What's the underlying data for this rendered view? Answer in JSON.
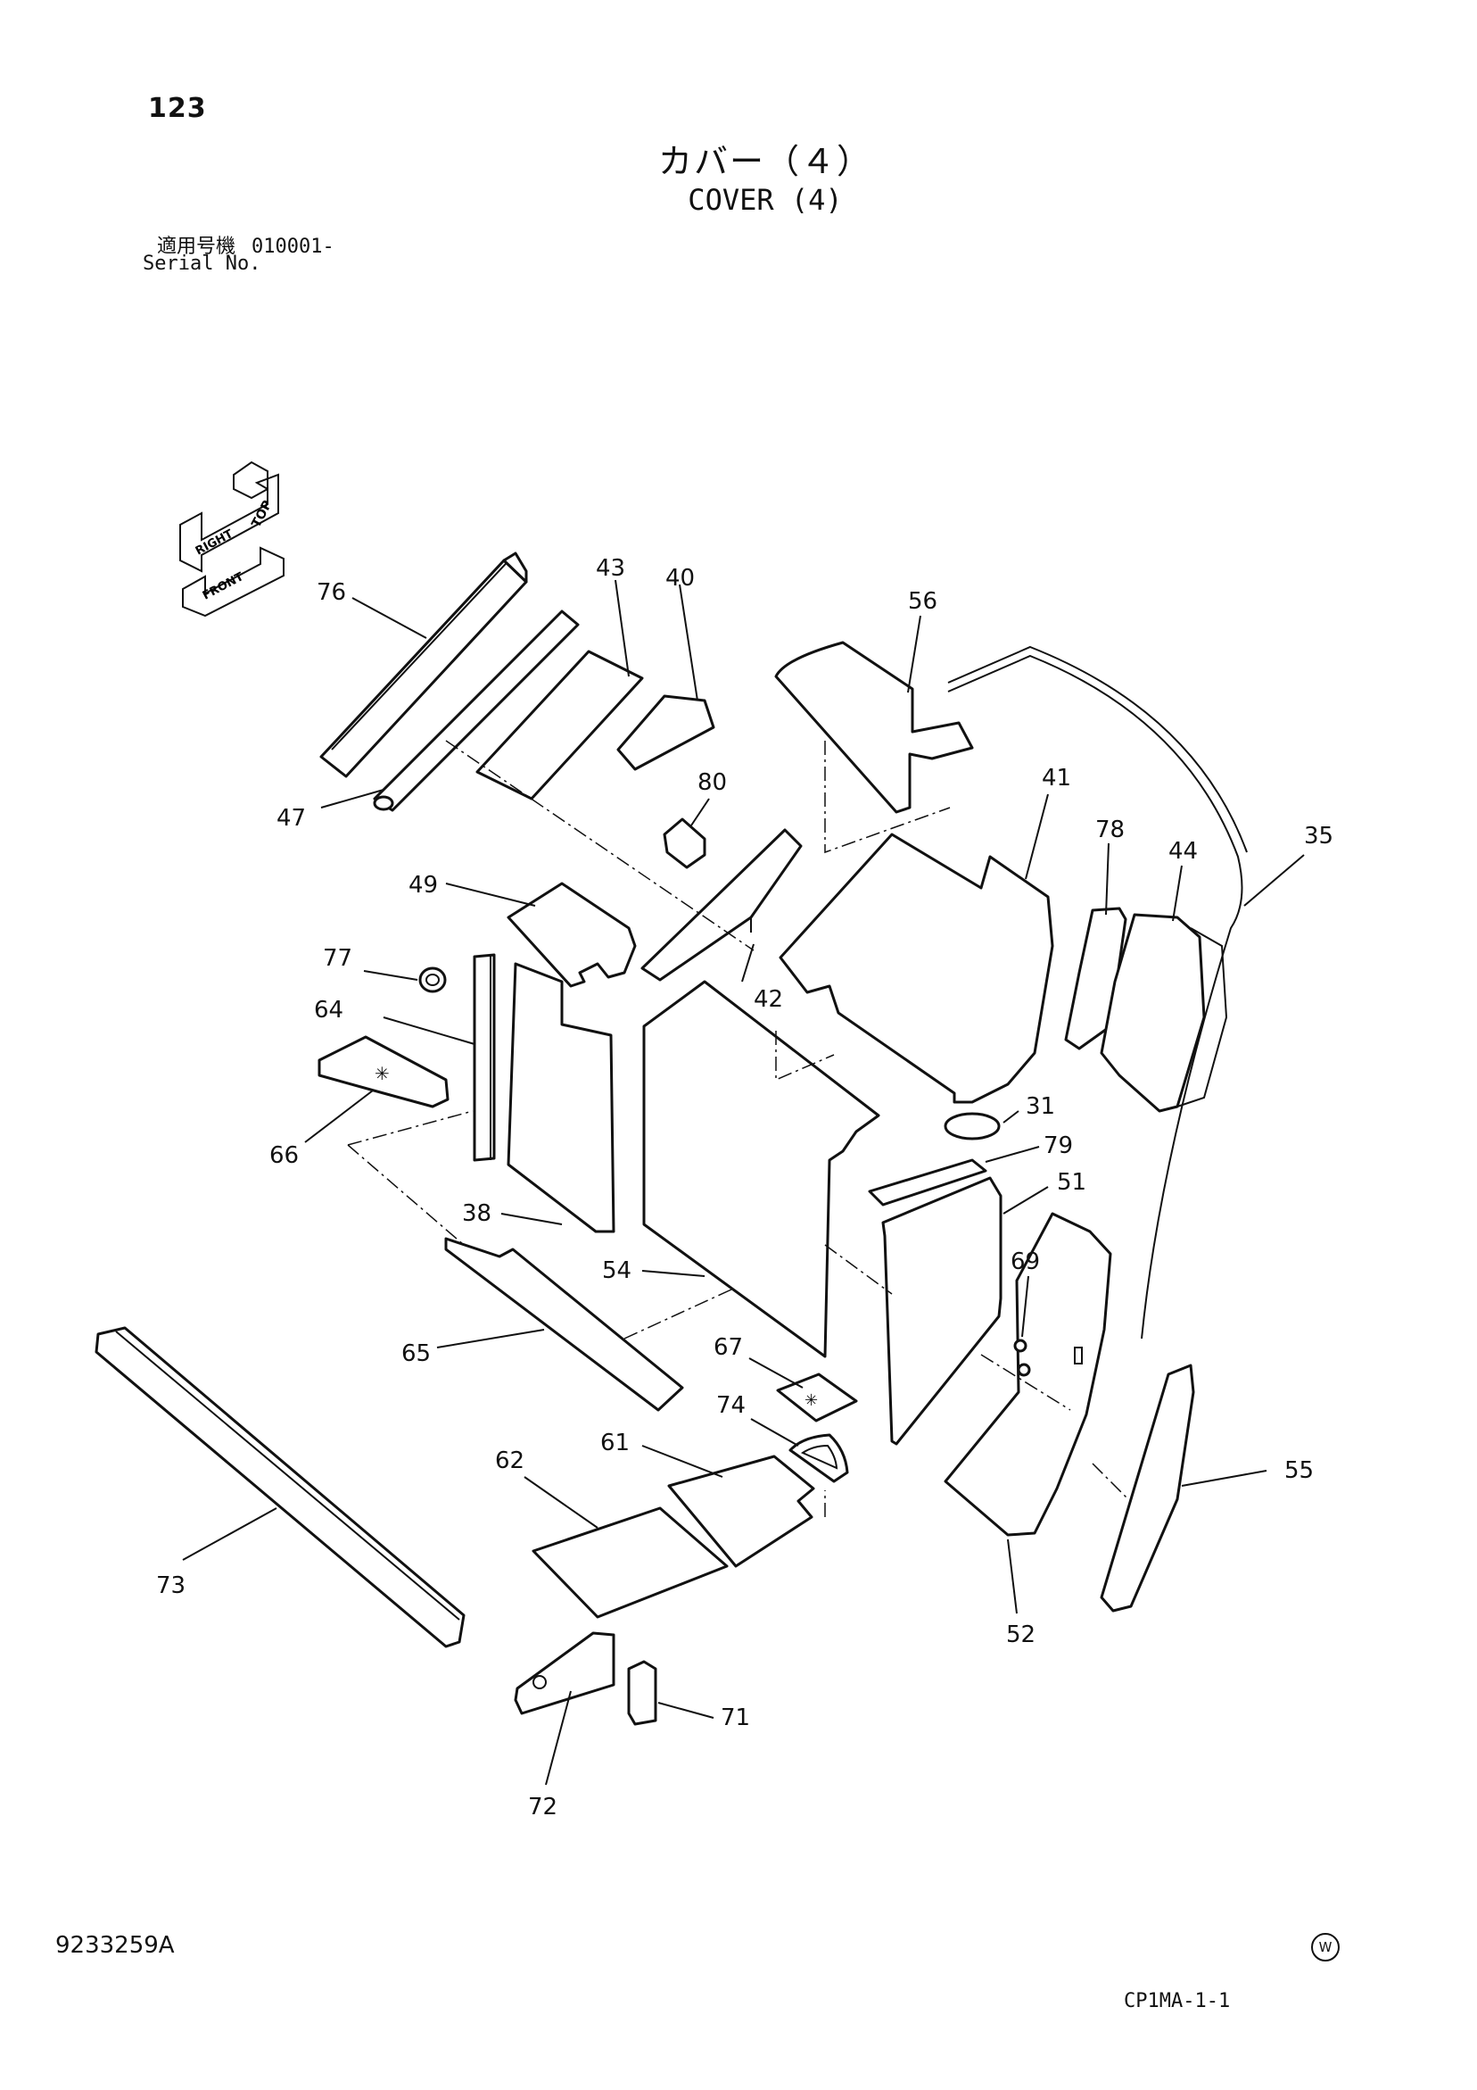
{
  "header": {
    "page_number": "123",
    "title_jp": "カバー（４）",
    "title_en": "COVER (4)",
    "serial_label_jp": "適用号機",
    "serial_range": "010001-",
    "serial_label_en": "Serial No."
  },
  "orientation_icon": {
    "labels": [
      "TOP",
      "RIGHT",
      "FRONT"
    ],
    "icon": "orientation-arrows-icon"
  },
  "callouts": {
    "c76": "76",
    "c47": "47",
    "c43": "43",
    "c40": "40",
    "c56": "56",
    "c35": "35",
    "c80": "80",
    "c41": "41",
    "c78": "78",
    "c44": "44",
    "c49": "49",
    "c77": "77",
    "c42": "42",
    "c64": "64",
    "c66": "66",
    "c31": "31",
    "c79": "79",
    "c51": "51",
    "c38": "38",
    "c54": "54",
    "c69": "69",
    "c65": "65",
    "c67": "67",
    "c74": "74",
    "c61": "61",
    "c62": "62",
    "c55": "55",
    "c73": "73",
    "c52": "52",
    "c71": "71",
    "c72": "72"
  },
  "footer": {
    "doc_code": "9233259A",
    "w_mark": "W",
    "sheet_code": "CP1MA-1-1"
  }
}
